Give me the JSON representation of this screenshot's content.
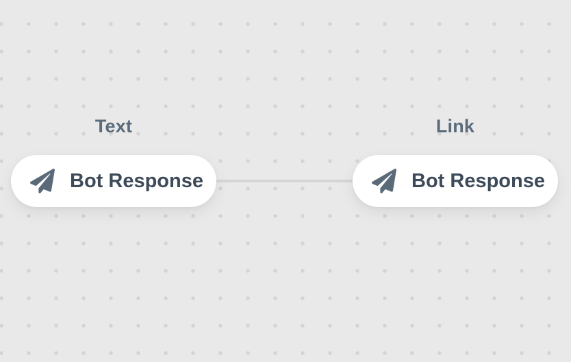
{
  "canvas": {
    "background_color": "#e9e9e9",
    "grid_dot_color": "#d4d4d4"
  },
  "edges": [
    {
      "from": "Text",
      "to": "Link",
      "color": "#d5d5d5"
    }
  ],
  "nodes": [
    {
      "label": "Text",
      "title": "Bot Response",
      "icon": "paper-plane-icon",
      "icon_color": "#5b6a79",
      "title_color": "#3d4a59",
      "label_color": "#5b6b7c"
    },
    {
      "label": "Link",
      "title": "Bot Response",
      "icon": "paper-plane-icon",
      "icon_color": "#5b6a79",
      "title_color": "#3d4a59",
      "label_color": "#5b6b7c"
    }
  ]
}
